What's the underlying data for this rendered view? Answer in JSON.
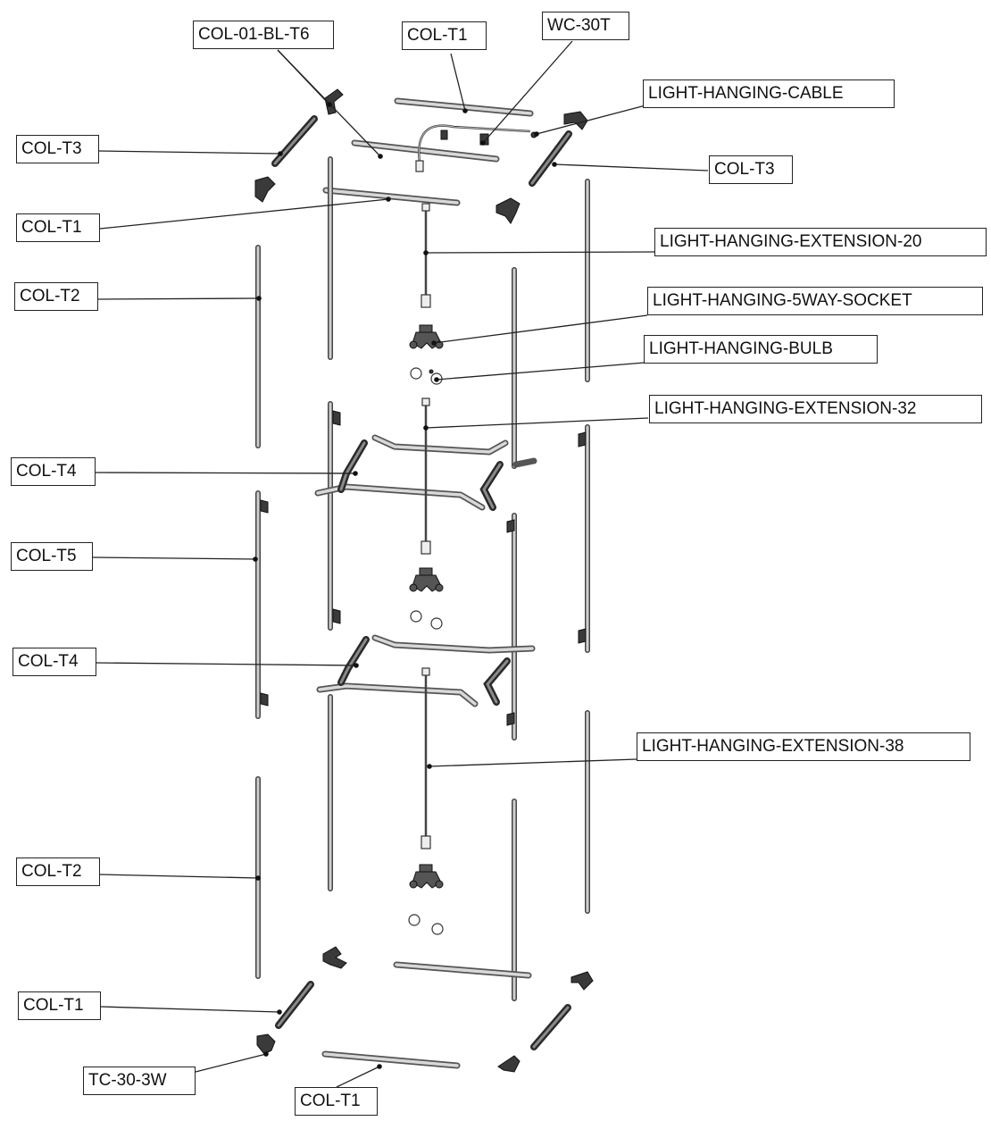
{
  "colors": {
    "line": "#222222",
    "background": "#ffffff"
  },
  "callouts": [
    {
      "id": "c1",
      "text": "COL-01-BL-T6"
    },
    {
      "id": "c2",
      "text": "COL-T1"
    },
    {
      "id": "c3",
      "text": "WC-30T"
    },
    {
      "id": "c4",
      "text": "LIGHT-HANGING-CABLE"
    },
    {
      "id": "c5",
      "text": "COL-T3"
    },
    {
      "id": "c6",
      "text": "COL-T3"
    },
    {
      "id": "c7",
      "text": "COL-T1"
    },
    {
      "id": "c8",
      "text": "LIGHT-HANGING-EXTENSION-20"
    },
    {
      "id": "c9",
      "text": "COL-T2"
    },
    {
      "id": "c10",
      "text": "LIGHT-HANGING-5WAY-SOCKET"
    },
    {
      "id": "c11",
      "text": "LIGHT-HANGING-BULB"
    },
    {
      "id": "c12",
      "text": "LIGHT-HANGING-EXTENSION-32"
    },
    {
      "id": "c13",
      "text": "COL-T4"
    },
    {
      "id": "c14",
      "text": "COL-T5"
    },
    {
      "id": "c15",
      "text": "COL-T4"
    },
    {
      "id": "c16",
      "text": "LIGHT-HANGING-EXTENSION-38"
    },
    {
      "id": "c17",
      "text": "COL-T2"
    },
    {
      "id": "c18",
      "text": "COL-T1"
    },
    {
      "id": "c19",
      "text": "TC-30-3W"
    },
    {
      "id": "c20",
      "text": "COL-T1"
    }
  ]
}
